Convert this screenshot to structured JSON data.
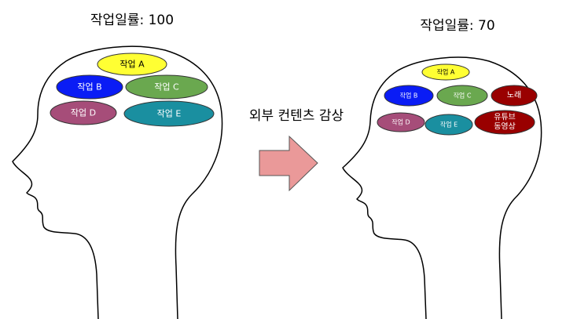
{
  "left_head": {
    "title": "작업일률: 100",
    "tasks": [
      {
        "label": "작업 A",
        "color": "#ffff33",
        "text_color": "#000000"
      },
      {
        "label": "작업 B",
        "color": "#0a1cf5",
        "text_color": "#ffffff"
      },
      {
        "label": "작업 C",
        "color": "#6aa84f",
        "text_color": "#ffffff"
      },
      {
        "label": "작업 D",
        "color": "#a64d79",
        "text_color": "#ffffff"
      },
      {
        "label": "작업 E",
        "color": "#1a8fa0",
        "text_color": "#ffffff"
      }
    ]
  },
  "arrow": {
    "label": "외부 컨텐츠 감상",
    "color": "#ea9999"
  },
  "right_head": {
    "title": "작업일률: 70",
    "tasks": [
      {
        "label": "작업 A",
        "color": "#ffff33",
        "text_color": "#000000"
      },
      {
        "label": "작업 B",
        "color": "#0a1cf5",
        "text_color": "#ffffff"
      },
      {
        "label": "작업 C",
        "color": "#6aa84f",
        "text_color": "#ffffff"
      },
      {
        "label": "노래",
        "color": "#990000",
        "text_color": "#ffffff"
      },
      {
        "label": "작업 D",
        "color": "#a64d79",
        "text_color": "#ffffff"
      },
      {
        "label": "작업 E",
        "color": "#1a8fa0",
        "text_color": "#ffffff"
      },
      {
        "label_line1": "유튜브",
        "label_line2": "동영상",
        "color": "#990000",
        "text_color": "#ffffff"
      }
    ]
  }
}
